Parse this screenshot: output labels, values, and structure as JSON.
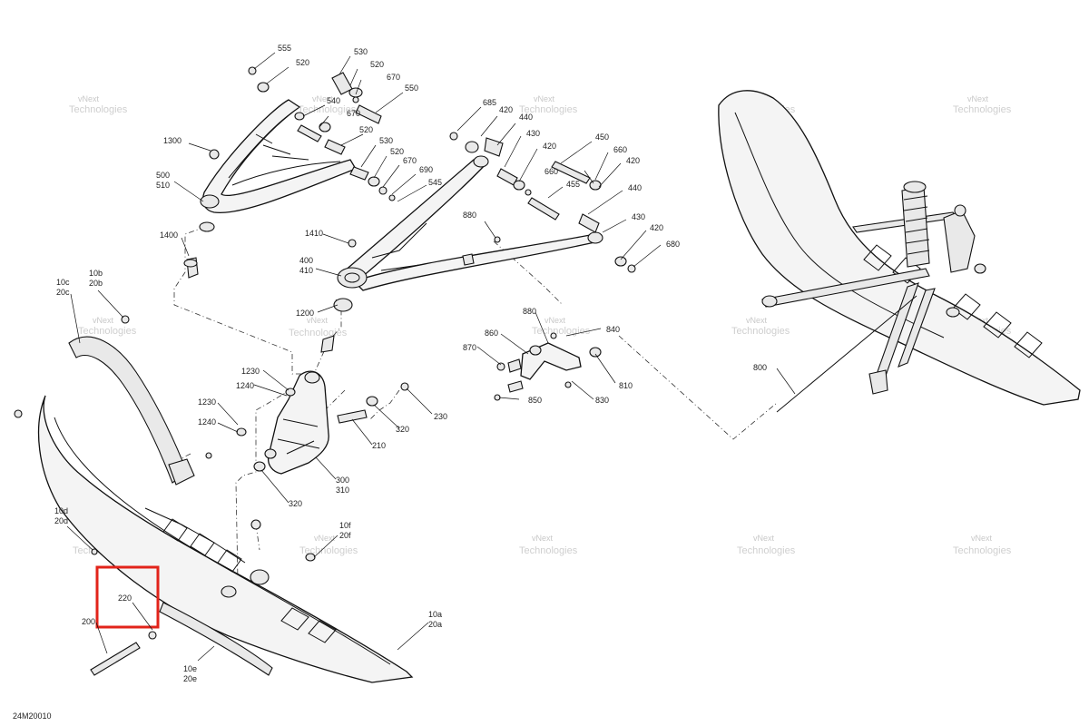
{
  "diagram_code": "24M20010",
  "watermark": {
    "line1": "vNext",
    "line2": "Technologies",
    "single": "vNext Technologies"
  },
  "callouts": {
    "p555": "555",
    "p520a": "520",
    "p530a": "530",
    "p520b": "520",
    "p670a": "670",
    "p550": "550",
    "p540": "540",
    "p670b": "670",
    "p520c": "520",
    "p1300": "1300",
    "p530b": "530",
    "p520d": "520",
    "p670c": "670",
    "p690": "690",
    "p545": "545",
    "p500": "500",
    "p510": "510",
    "p1400": "1400",
    "p685": "685",
    "p420a": "420",
    "p440a": "440",
    "p430a": "430",
    "p420b": "420",
    "p450": "450",
    "p660a": "660",
    "p660b": "660",
    "p420c": "420",
    "p455": "455",
    "p440b": "440",
    "p430b": "430",
    "p420d": "420",
    "p680": "680",
    "p880a": "880",
    "p1410": "1410",
    "p400": "400",
    "p410": "410",
    "p1200": "1200",
    "p880b": "880",
    "p840": "840",
    "p860": "860",
    "p870": "870",
    "p810": "810",
    "p850": "850",
    "p830": "830",
    "p800": "800",
    "p1230a": "1230",
    "p1240a": "1240",
    "p1230b": "1230",
    "p1240b": "1240",
    "p230": "230",
    "p320a": "320",
    "p210": "210",
    "p300": "300",
    "p310": "310",
    "p320b": "320",
    "p10c": "10c",
    "p20c": "20c",
    "p10b": "10b",
    "p20b": "20b",
    "p10d": "10d",
    "p20d": "20d",
    "p10f": "10f",
    "p20f": "20f",
    "p220": "220",
    "p200": "200",
    "p10a": "10a",
    "p20a": "20a",
    "p10e": "10e",
    "p20e": "20e"
  }
}
